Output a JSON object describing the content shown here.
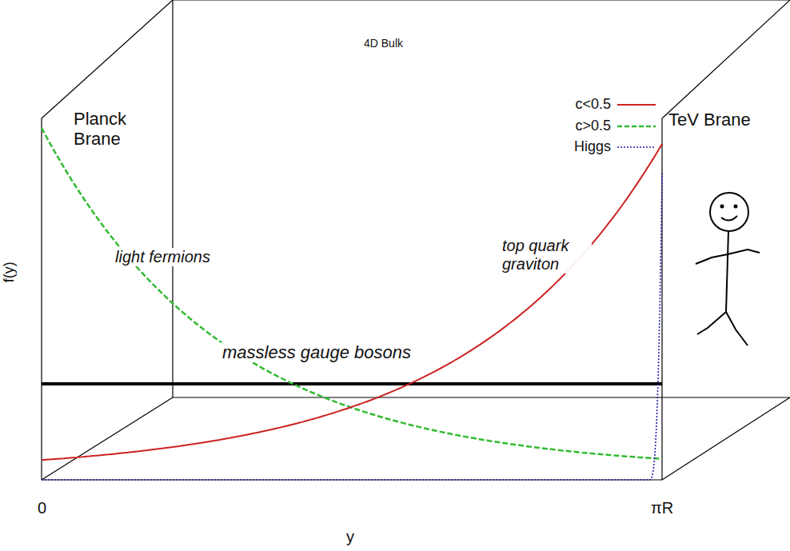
{
  "diagram": {
    "labels": [
      "4D Bulk",
      "Planck Brane",
      "TeV Brane",
      "light fermions",
      "top quark graviton",
      "massless gauge bosons",
      "f(y)",
      "0",
      "πR",
      "y"
    ],
    "legend": [
      {
        "text": "c<0.5"
      },
      {
        "text": "c>0.5"
      },
      {
        "text": "Higgs"
      }
    ]
  }
}
